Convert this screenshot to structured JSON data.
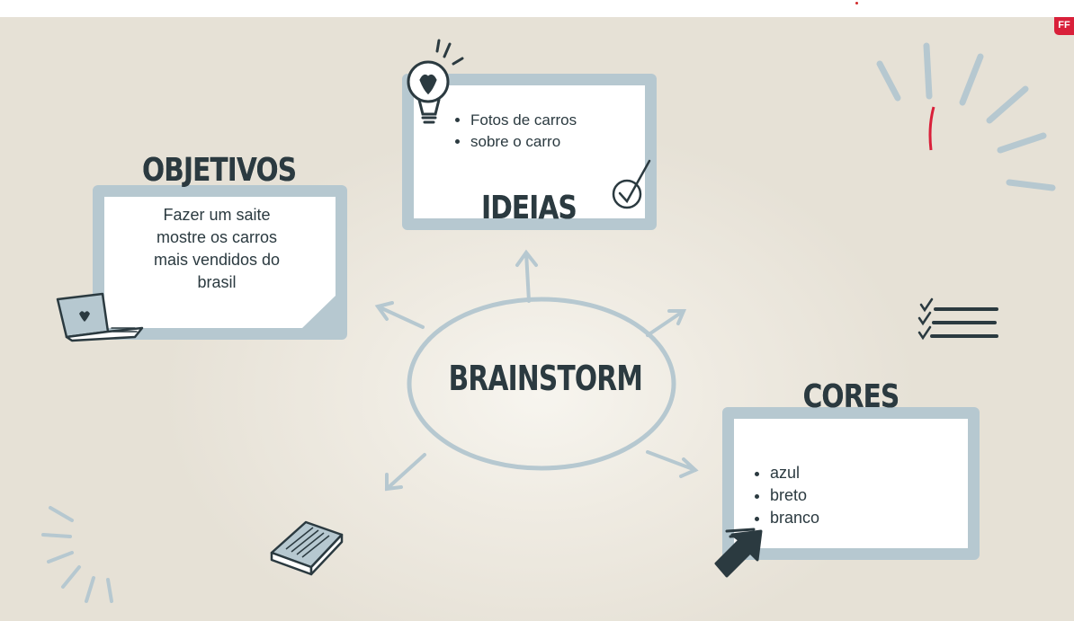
{
  "badge": "FF",
  "center": {
    "title": "BRAINSTORM"
  },
  "objetivos": {
    "title": "OBJETIVOS",
    "lines": [
      "Fazer um saite",
      "mostre os carros",
      "mais vendidos do",
      "brasil"
    ]
  },
  "ideias": {
    "title": "IDEIAS",
    "items": [
      "Fotos de carros",
      "sobre o carro"
    ]
  },
  "cores": {
    "title": "CORES",
    "items": [
      "azul",
      "breto",
      "branco"
    ]
  },
  "colors": {
    "accent": "#b6c8d0",
    "ink": "#2b3a40",
    "badge": "#d9203a"
  },
  "icons": [
    "lightbulb-icon",
    "check-circle-icon",
    "laptop-icon",
    "checklist-icon",
    "book-icon",
    "cursor-arrow-icon"
  ]
}
